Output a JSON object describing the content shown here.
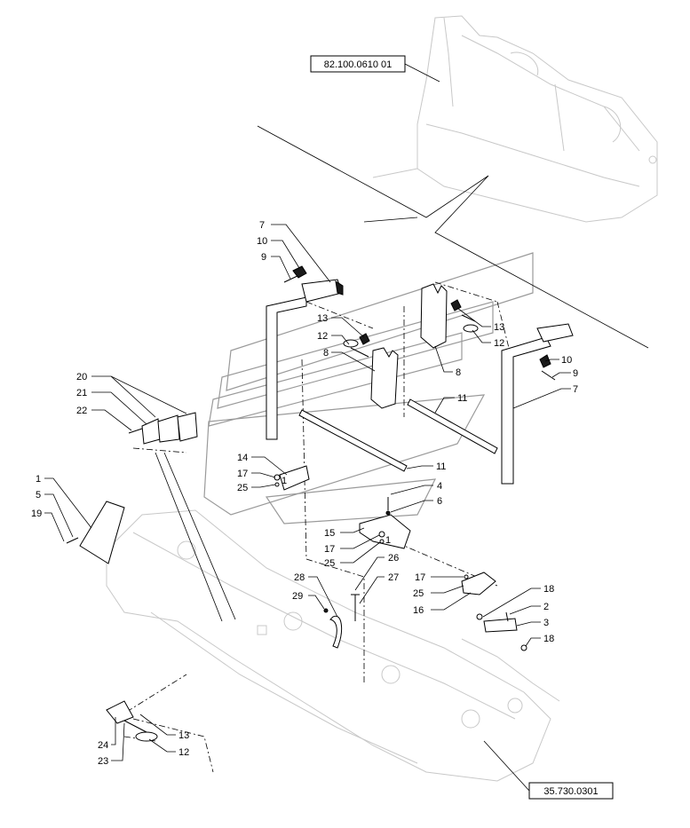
{
  "references": {
    "top": "82.100.0610 01",
    "bottom": "35.730.0301"
  },
  "callouts": [
    {
      "id": "c-7a",
      "label": "7"
    },
    {
      "id": "c-10a",
      "label": "10"
    },
    {
      "id": "c-9a",
      "label": "9"
    },
    {
      "id": "c-13a",
      "label": "13"
    },
    {
      "id": "c-12a",
      "label": "12"
    },
    {
      "id": "c-8a",
      "label": "8"
    },
    {
      "id": "c-13b",
      "label": "13"
    },
    {
      "id": "c-12b",
      "label": "12"
    },
    {
      "id": "c-8b",
      "label": "8"
    },
    {
      "id": "c-10b",
      "label": "10"
    },
    {
      "id": "c-9b",
      "label": "9"
    },
    {
      "id": "c-7b",
      "label": "7"
    },
    {
      "id": "c-11a",
      "label": "11"
    },
    {
      "id": "c-20",
      "label": "20"
    },
    {
      "id": "c-21",
      "label": "21"
    },
    {
      "id": "c-22",
      "label": "22"
    },
    {
      "id": "c-14",
      "label": "14"
    },
    {
      "id": "c-17a",
      "label": "17"
    },
    {
      "id": "c-25a",
      "label": "25"
    },
    {
      "id": "c-11b",
      "label": "11"
    },
    {
      "id": "c-4",
      "label": "4"
    },
    {
      "id": "c-6",
      "label": "6"
    },
    {
      "id": "c-1",
      "label": "1"
    },
    {
      "id": "c-5",
      "label": "5"
    },
    {
      "id": "c-19",
      "label": "19"
    },
    {
      "id": "c-15",
      "label": "15"
    },
    {
      "id": "c-17b",
      "label": "17"
    },
    {
      "id": "c-25b",
      "label": "25"
    },
    {
      "id": "c-26",
      "label": "26"
    },
    {
      "id": "c-27",
      "label": "27"
    },
    {
      "id": "c-28",
      "label": "28"
    },
    {
      "id": "c-29",
      "label": "29"
    },
    {
      "id": "c-17c",
      "label": "17"
    },
    {
      "id": "c-25c",
      "label": "25"
    },
    {
      "id": "c-16",
      "label": "16"
    },
    {
      "id": "c-18a",
      "label": "18"
    },
    {
      "id": "c-2",
      "label": "2"
    },
    {
      "id": "c-3",
      "label": "3"
    },
    {
      "id": "c-18b",
      "label": "18"
    },
    {
      "id": "c-13c",
      "label": "13"
    },
    {
      "id": "c-24",
      "label": "24"
    },
    {
      "id": "c-12c",
      "label": "12"
    },
    {
      "id": "c-23",
      "label": "23"
    },
    {
      "id": "c-1-small-a",
      "label": "1"
    },
    {
      "id": "c-1-small-b",
      "label": "1"
    }
  ]
}
